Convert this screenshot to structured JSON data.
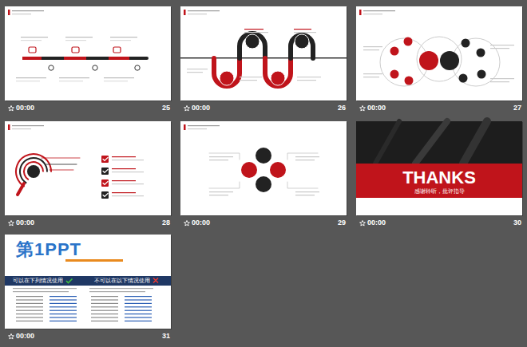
{
  "diagram": {
    "nodes": [
      {
        "text": [
          "25"
        ]
      },
      {
        "text": [
          "26"
        ]
      },
      {
        "text": [
          "27"
        ]
      },
      {
        "text": [
          "28"
        ]
      },
      {
        "text": [
          "29"
        ]
      },
      {
        "text": [
          "30"
        ]
      },
      {
        "text": [
          "THANKS",
          "感谢聆听，批评指导"
        ],
        "in": 5
      },
      {
        "text": [
          "31",
          "第1PPT"
        ]
      },
      {
        "text": [
          "可以在下列情况使用",
          "不可以在以下情况使用"
        ],
        "in": 7
      }
    ],
    "labels": [
      "00:00",
      "00:00",
      "00:00",
      "00:00",
      "00:00",
      "00:00",
      "00:00"
    ]
  }
}
